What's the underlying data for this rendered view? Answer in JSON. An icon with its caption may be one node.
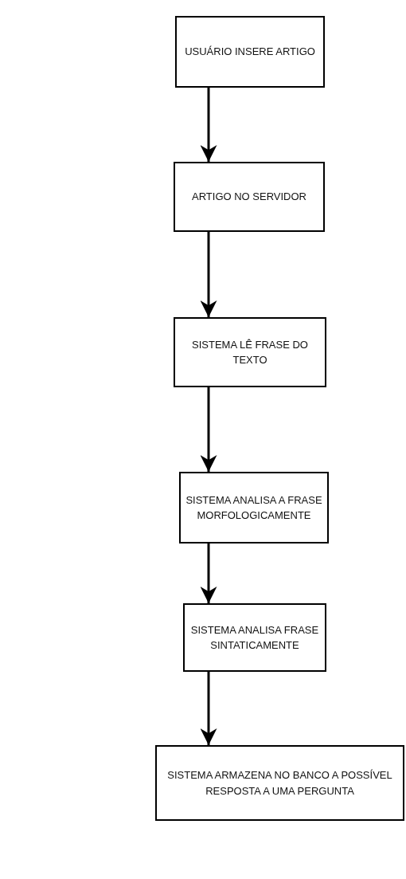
{
  "diagram": {
    "nodes": [
      {
        "text": [
          "USUÁRIO INSERE ARTIGO"
        ]
      },
      {
        "text": [
          "ARTIGO NO SERVIDOR"
        ]
      },
      {
        "text": [
          "SISTEMA LÊ FRASE DO TEXTO"
        ]
      },
      {
        "text": [
          "SISTEMA ANALISA A FRASE MORFOLOGICAMENTE"
        ]
      },
      {
        "text": [
          "SISTEMA ANALISA FRASE SINTATICAMENTE"
        ]
      },
      {
        "text": [
          "SISTEMA ARMAZENA NO BANCO A POSSÍVEL RESPOSTA A UMA PERGUNTA"
        ]
      }
    ],
    "edges": [
      {
        "from": 0,
        "to": 1,
        "arrow": "to"
      },
      {
        "from": 1,
        "to": 2,
        "arrow": "to"
      },
      {
        "from": 2,
        "to": 3,
        "arrow": "to"
      },
      {
        "from": 3,
        "to": 4,
        "arrow": "to"
      },
      {
        "from": 4,
        "to": 5,
        "arrow": "to"
      }
    ]
  }
}
